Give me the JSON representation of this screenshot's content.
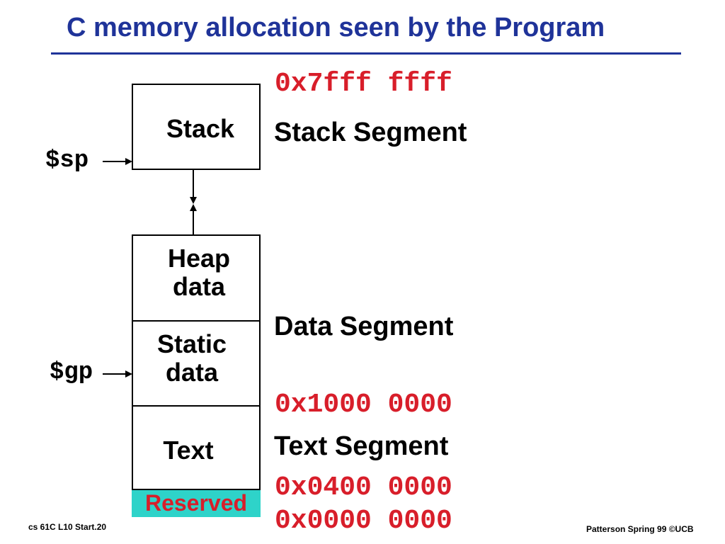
{
  "slide": {
    "title": "C memory allocation seen by the Program"
  },
  "memory_layout": {
    "blocks": {
      "stack": "Stack",
      "heap_line1": "Heap",
      "heap_line2": "data",
      "static_line1": "Static",
      "static_line2": "data",
      "text": "Text",
      "reserved": "Reserved"
    },
    "registers": {
      "sp": "$sp",
      "gp": "$gp"
    },
    "segments": {
      "stack": "Stack Segment",
      "data": "Data Segment",
      "text": "Text Segment"
    },
    "addresses": {
      "top": "0x7fff ffff",
      "data_start": "0x1000 0000",
      "text_start": "0x0400 0000",
      "bottom": "0x0000 0000"
    }
  },
  "colors": {
    "title": "#1f3399",
    "address": "#d81e2a",
    "reserved_bg": "#2ed3c9"
  },
  "footer": {
    "left": "cs 61C  L10  Start.20",
    "right": "Patterson Spring 99  ©UCB"
  }
}
